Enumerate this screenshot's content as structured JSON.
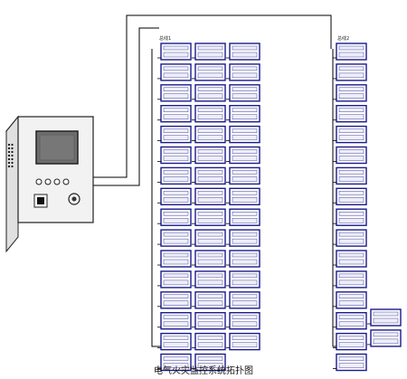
{
  "caption": "电气火灾监控系统拓扑图",
  "bus_labels": [
    "总线1",
    "总线2"
  ],
  "columns": [
    {
      "id": "col-a",
      "rows": 16
    },
    {
      "id": "col-b",
      "rows": 16
    },
    {
      "id": "col-c",
      "rows": 15
    },
    {
      "id": "col-d",
      "rows": 16
    },
    {
      "id": "col-e",
      "rows": 2
    }
  ],
  "colors": {
    "module_border": "#1a1a8c",
    "module_fill": "#eeeef8",
    "wire": "#000000",
    "cabinet_fill": "#f2f2f2",
    "cabinet_stroke": "#222222",
    "screen": "#6e6e6e"
  },
  "icons": [
    "control-cabinet-icon",
    "display-screen-icon",
    "status-led-icon",
    "key-switch-icon",
    "card-slot-icon",
    "monitoring-module-icon"
  ]
}
